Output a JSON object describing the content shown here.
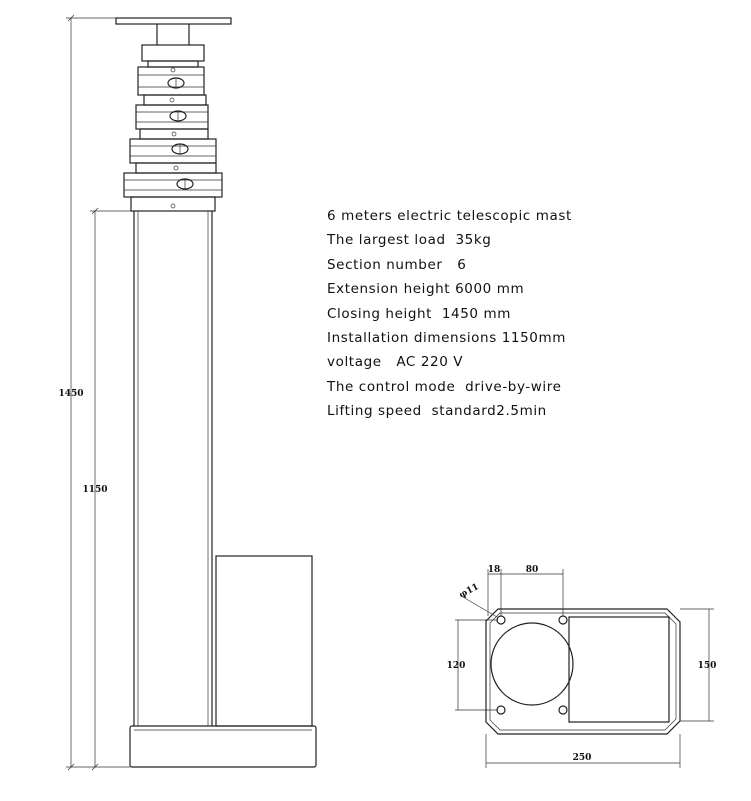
{
  "specs": {
    "line1": "6 meters electric telescopic mast",
    "line2": "The largest load  35kg",
    "line3": "Section number   6",
    "line4": "Extension height 6000 mm",
    "line5": "Closing height  1450 mm",
    "line6": "Installation dimensions 1150mm",
    "line7": "voltage   AC 220 V",
    "line8": "The control mode  drive-by-wire",
    "line9": "Lifting speed  standard2.5min"
  },
  "dimensions": {
    "total_height": "1450",
    "body_height": "1150",
    "hole_diameter": "φ11",
    "hole_offset": "18",
    "hole_spacing_x": "80",
    "hole_spacing_y": "120",
    "base_depth": "150",
    "base_width": "250"
  }
}
